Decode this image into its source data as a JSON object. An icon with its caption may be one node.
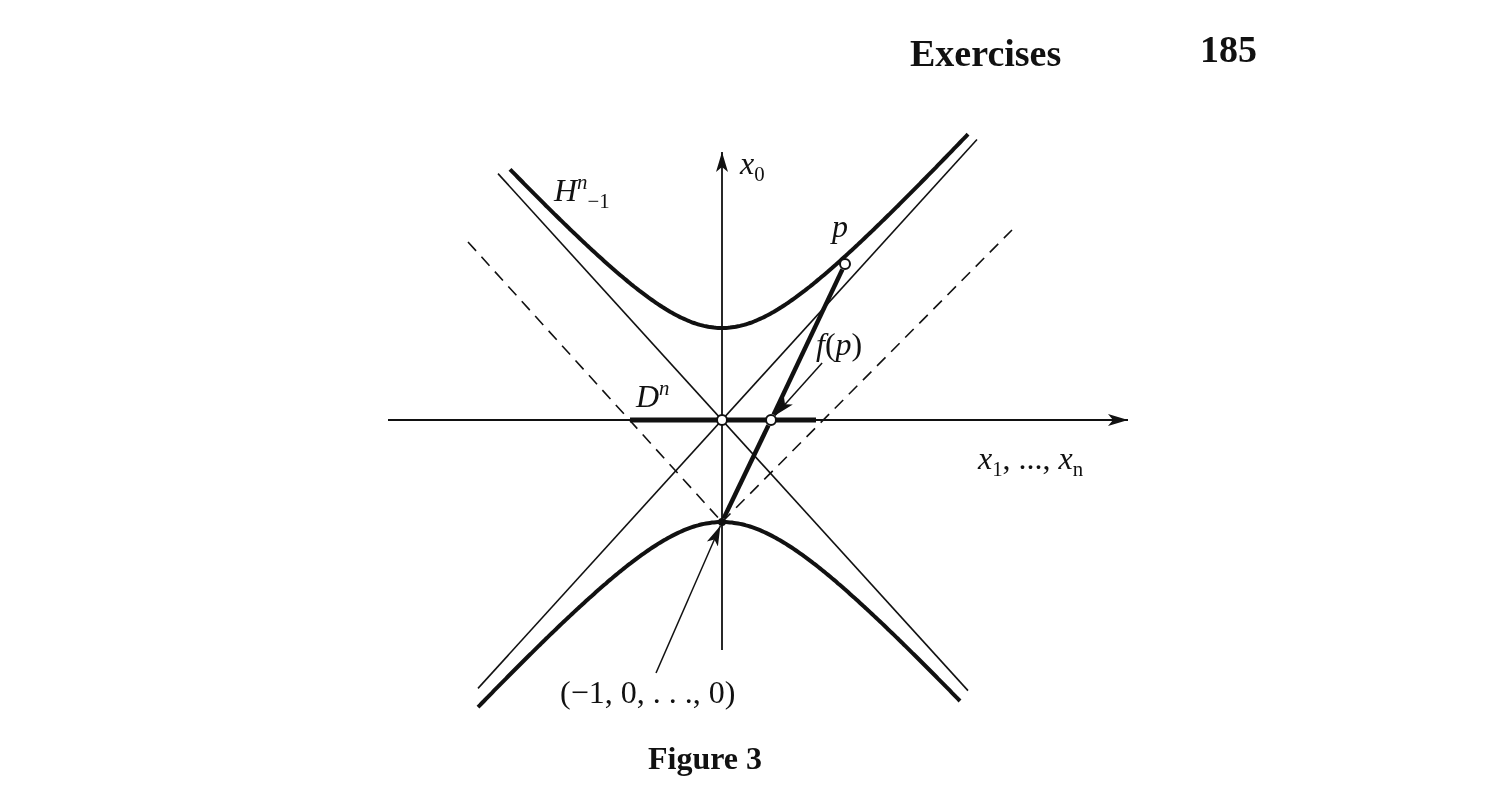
{
  "diagram": {
    "caption": "Figure 3",
    "nodes": [
      {
        "text": [],
        "shape": "circle",
        "beside": [
          "*p*"
        ]
      },
      {
        "text": [
          "*f*(*p*)"
        ]
      },
      {
        "text": [],
        "shape": "circle"
      },
      {
        "text": [],
        "shape": "circle"
      },
      {
        "text": [
          "(−1, 0, . . ., 0)"
        ]
      },
      {
        "text": [],
        "shape": "circle"
      }
    ],
    "edges": [
      {
        "from": 0,
        "to": 2,
        "arrow": "none",
        "style": "thick"
      },
      {
        "from": 2,
        "to": 5,
        "arrow": "none",
        "style": "thick"
      },
      {
        "from": 1,
        "to": 2,
        "arrow": "to"
      },
      {
        "from": 4,
        "to": 5,
        "arrow": "to"
      }
    ],
    "labels": [
      "Exercises",
      "185",
      "*x*$_{0}$",
      "*H*$^{n}$$_{−1}$",
      "*D*$^{n}$",
      "*x*$_{1}$, ..., *x*$_{n}$"
    ]
  }
}
